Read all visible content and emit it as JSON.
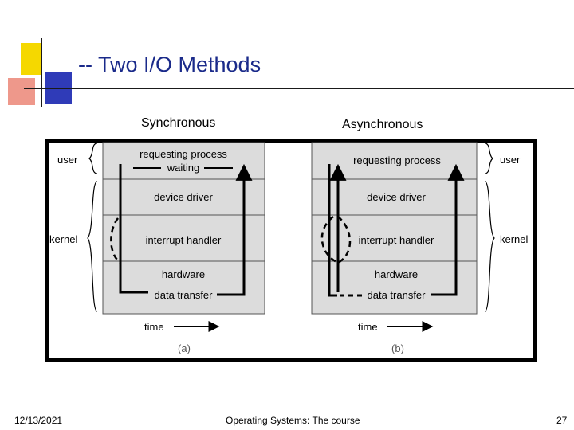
{
  "slide": {
    "title": "-- Two I/O Methods",
    "captions": {
      "synchronous": "Synchronous",
      "asynchronous": "Asynchronous"
    }
  },
  "diagram": {
    "panel_a": {
      "side_labels": {
        "user": "user",
        "kernel": "kernel"
      },
      "layers": [
        "requesting process",
        "device driver",
        "interrupt handler",
        "hardware"
      ],
      "waiting": "waiting",
      "data_transfer": "data transfer",
      "time": "time",
      "label": "(a)"
    },
    "panel_b": {
      "side_labels": {
        "user": "user",
        "kernel": "kernel"
      },
      "layers": [
        "requesting process",
        "device driver",
        "interrupt handler",
        "hardware"
      ],
      "data_transfer": "data transfer",
      "time": "time",
      "label": "(b)"
    }
  },
  "footer": {
    "date": "12/13/2021",
    "course": "Operating Systems: The course",
    "page": "27"
  },
  "colors": {
    "title": "#1a2a8a",
    "deco_yellow": "#f5d800",
    "deco_blue": "#2f3bb8",
    "deco_red": "#e0442c",
    "panel_fill": "#dcdcdc",
    "frame": "#000000"
  }
}
